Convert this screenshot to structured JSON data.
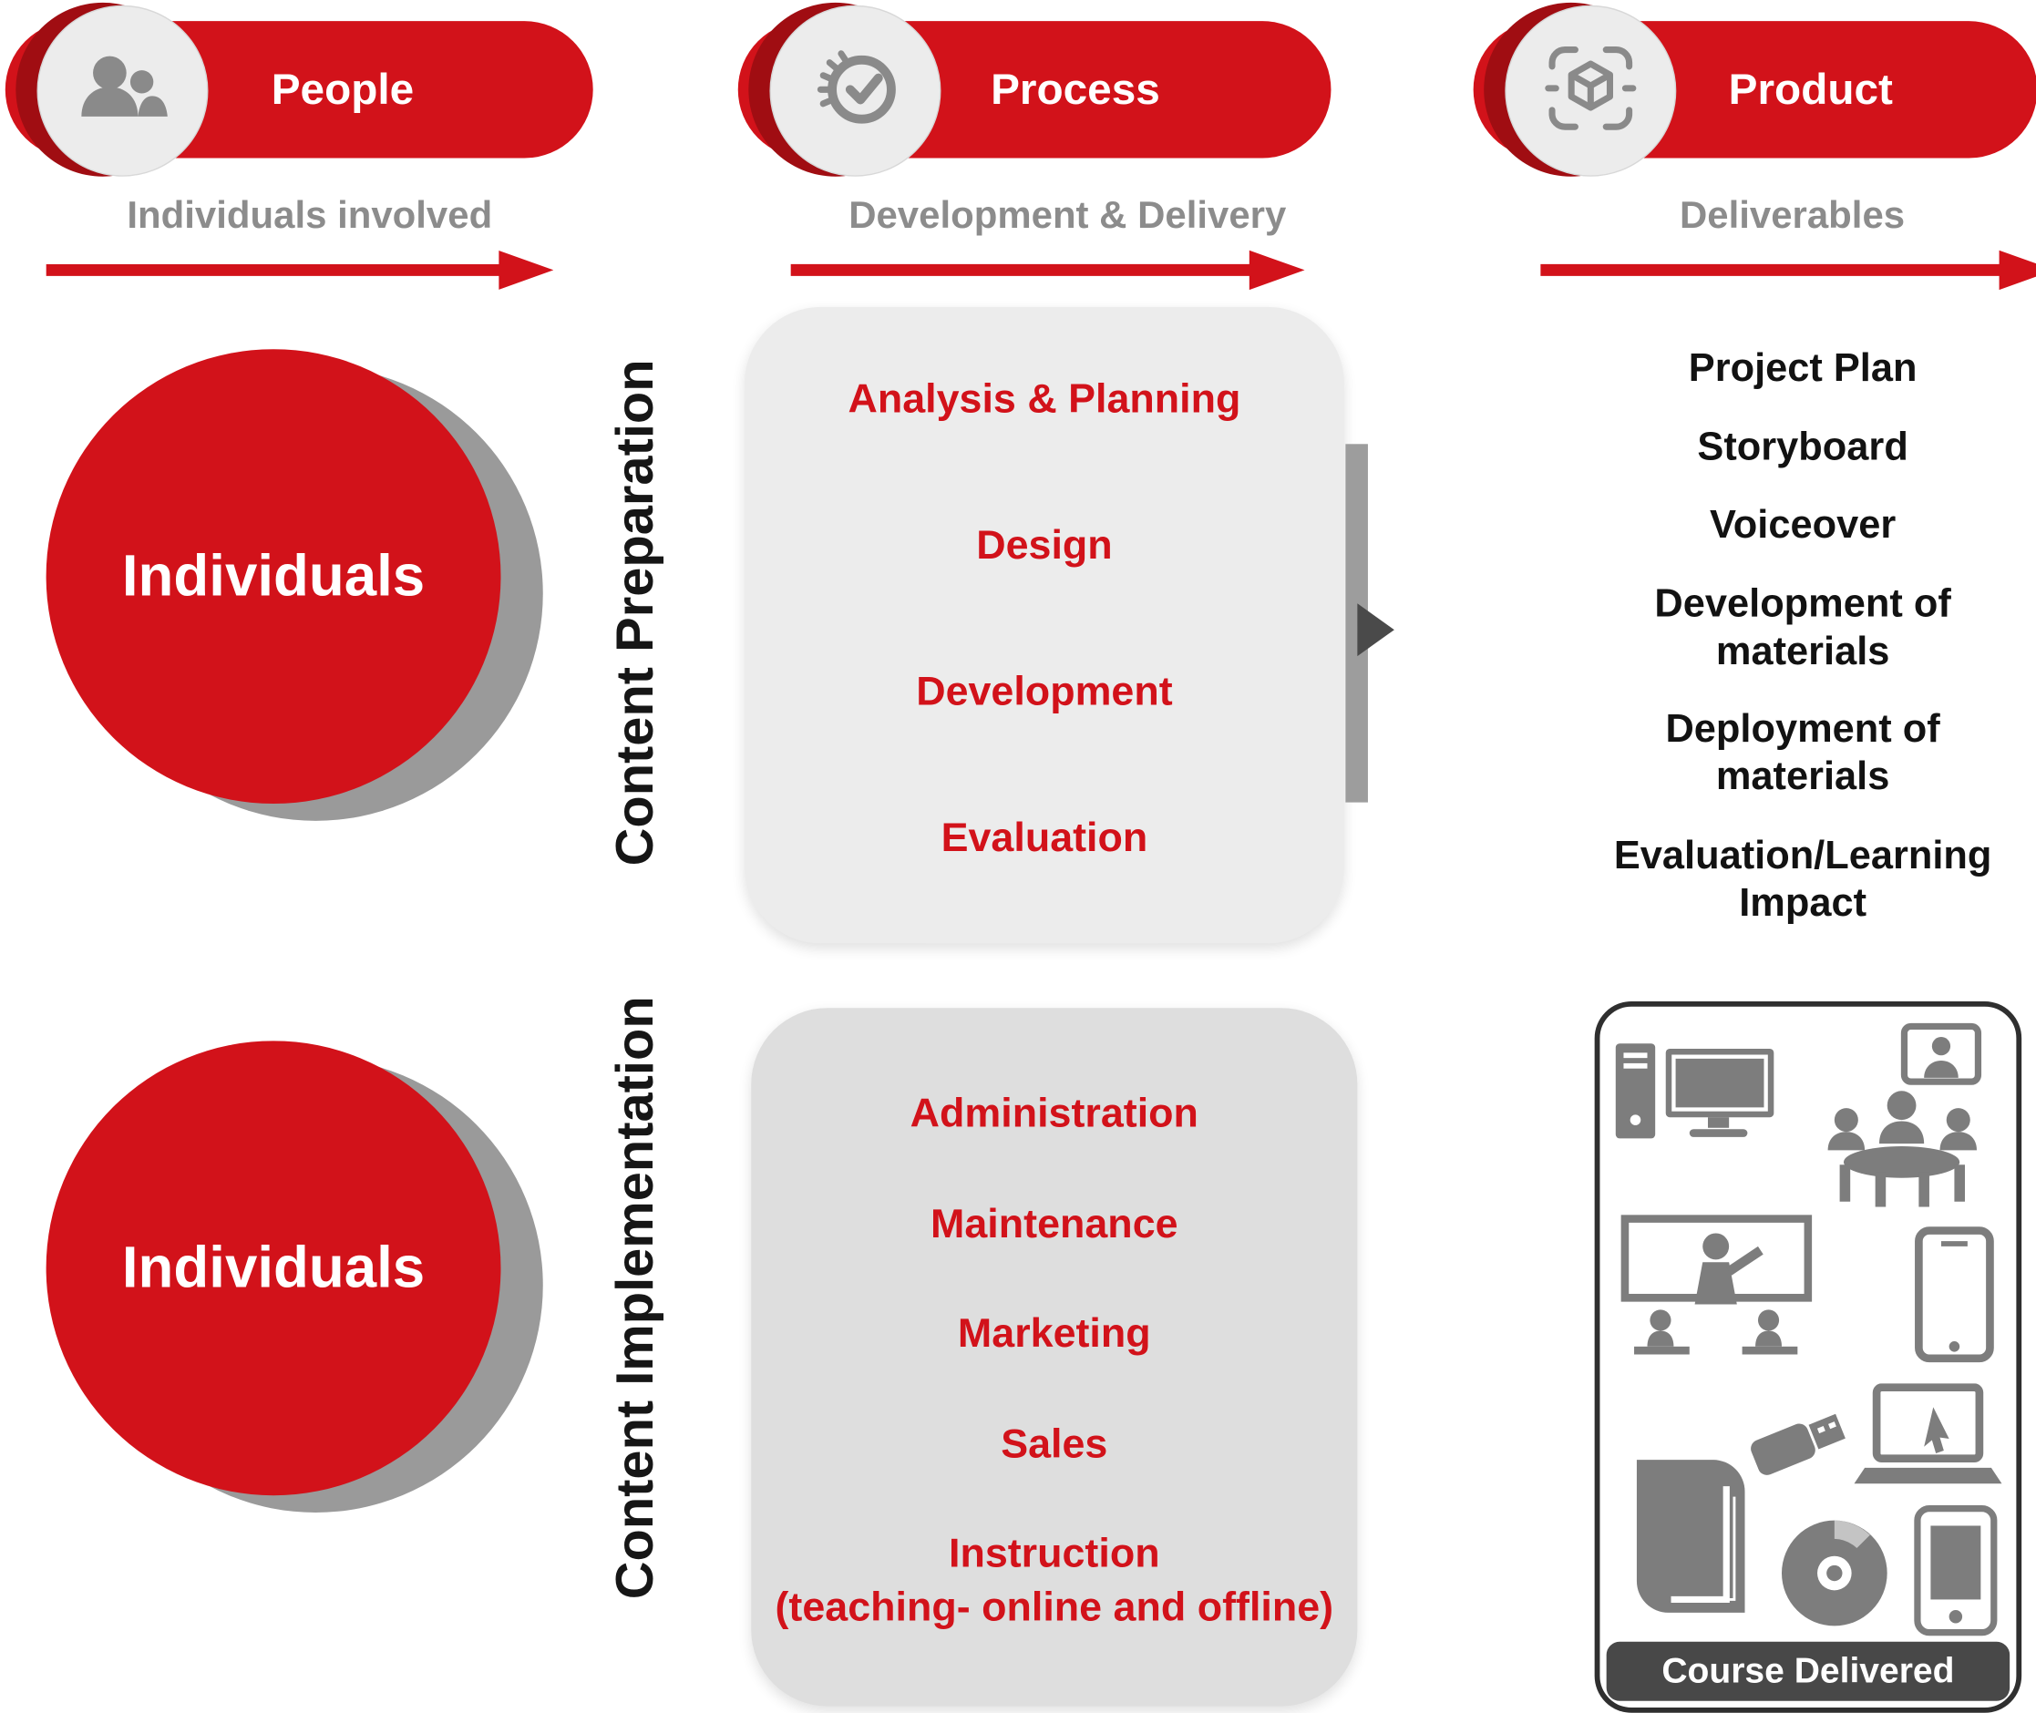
{
  "colors": {
    "red": "#D2121A",
    "dark_red": "#A00D12",
    "icon_gray": "#8a8a8a",
    "silhouette_gray": "#7d7d7d",
    "box_gray_1": "#ECECEC",
    "box_gray_2": "#DEDEDE",
    "subtitle_gray": "#8c8c8c"
  },
  "columns": [
    {
      "header": "People",
      "icon": "people-icon",
      "subtitle": "Individuals involved"
    },
    {
      "header": "Process",
      "icon": "process-icon",
      "subtitle": "Development & Delivery"
    },
    {
      "header": "Product",
      "icon": "product-icon",
      "subtitle": "Deliverables"
    }
  ],
  "rows": [
    {
      "side_label": "Content Preparation",
      "people_circle": "Individuals",
      "process_items": [
        "Analysis & Planning",
        "Design",
        "Development",
        "Evaluation"
      ],
      "deliverables": [
        "Project Plan",
        "Storyboard",
        "Voiceover",
        "Development of\nmaterials",
        "Deployment of\nmaterials",
        "Evaluation/Learning\nImpact"
      ]
    },
    {
      "side_label": "Content Implementation",
      "people_circle": "Individuals",
      "process_items": [
        "Administration",
        "Maintenance",
        "Marketing",
        "Sales",
        "Instruction"
      ],
      "process_item_note": "(teaching- online and offline)",
      "product_banner": "Course Delivered",
      "product_icons": [
        "desktop-computer",
        "video-call",
        "meeting-table",
        "classroom-presentation",
        "tablet",
        "laptop",
        "usb-drive",
        "book",
        "cd-disc",
        "smartphone"
      ]
    }
  ]
}
